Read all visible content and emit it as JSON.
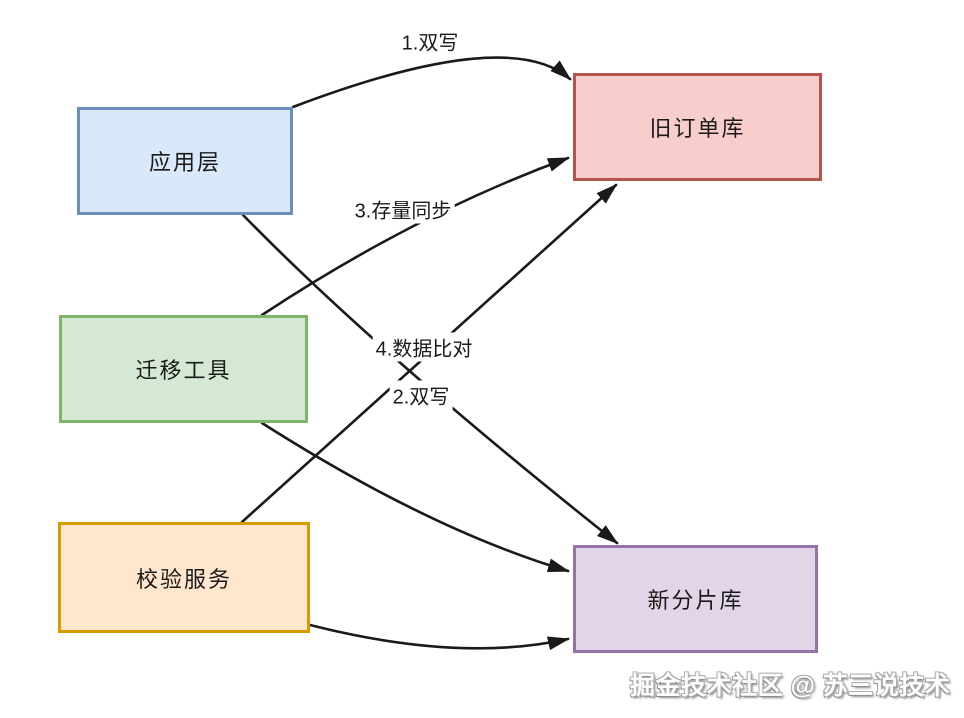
{
  "diagram": {
    "line_color": "#1a1a1a",
    "nodes": [
      {
        "id": "app-layer",
        "label": "应用层",
        "fill": "#dae8fc",
        "border": "#6c8ebf"
      },
      {
        "id": "migration-tool",
        "label": "迁移工具",
        "fill": "#d5e8d4",
        "border": "#82b366"
      },
      {
        "id": "validation-service",
        "label": "校验服务",
        "fill": "#ffe6cc",
        "border": "#d79b00"
      },
      {
        "id": "old-order-db",
        "label": "旧订单库",
        "fill": "#f8cecc",
        "border": "#b85450"
      },
      {
        "id": "new-shard-db",
        "label": "新分片库",
        "fill": "#e1d5e7",
        "border": "#9673a6"
      }
    ],
    "edges": [
      {
        "label": "1.双写",
        "from": "app-layer",
        "to": "old-order-db"
      },
      {
        "label": "2.双写",
        "from": "app-layer",
        "to": "new-shard-db"
      },
      {
        "label": "3.存量同步",
        "from": "migration-tool",
        "to": "old-order-db"
      },
      {
        "label": "4.数据比对",
        "from": "validation-service",
        "to": "old-order-db"
      },
      {
        "label": "",
        "from": "migration-tool",
        "to": "new-shard-db"
      },
      {
        "label": "",
        "from": "validation-service",
        "to": "new-shard-db"
      }
    ]
  },
  "watermark": "掘金技术社区 @ 苏三说技术"
}
